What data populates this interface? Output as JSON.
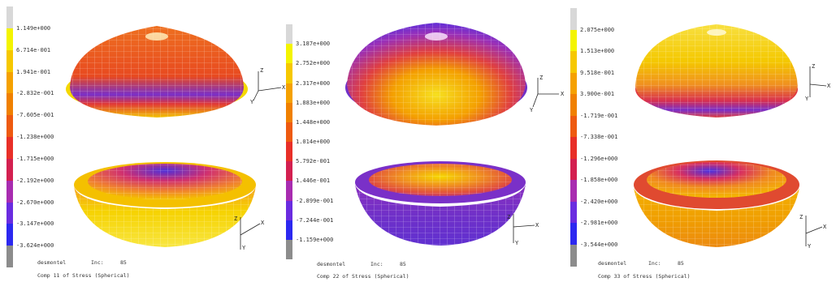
{
  "panels": [
    {
      "colorbar_ticks": [
        "1.149e+000",
        "6.714e-001",
        "1.941e-001",
        "-2.832e-001",
        "-7.605e-001",
        "-1.238e+000",
        "-1.715e+000",
        "-2.192e+000",
        "-2.670e+000",
        "-3.147e+000",
        "-3.624e+000"
      ],
      "job_name": "desmontel",
      "inc_label": "Inc:",
      "inc_value": "85",
      "footer": "Comp 11 of Stress (Spherical)",
      "axis_labels": {
        "z": "Z",
        "x": "X",
        "y": "Y"
      }
    },
    {
      "colorbar_ticks": [
        "3.187e+000",
        "2.752e+000",
        "2.317e+000",
        "1.883e+000",
        "1.448e+000",
        "1.014e+000",
        "5.792e-001",
        "1.446e-001",
        "-2.899e-001",
        "-7.244e-001",
        "-1.159e+000"
      ],
      "job_name": "desmontel",
      "inc_label": "Inc:",
      "inc_value": "85",
      "footer": "Comp 22 of Stress (Spherical)",
      "axis_labels": {
        "z": "Z",
        "x": "X",
        "y": "Y"
      }
    },
    {
      "colorbar_ticks": [
        "2.075e+000",
        "1.513e+000",
        "9.518e-001",
        "3.900e-001",
        "-1.719e-001",
        "-7.338e-001",
        "-1.296e+000",
        "-1.858e+000",
        "-2.420e+000",
        "-2.981e+000",
        "-3.544e+000"
      ],
      "job_name": "desmontel",
      "inc_label": "Inc:",
      "inc_value": "85",
      "footer": "Comp 33 of Stress (Spherical)",
      "axis_labels": {
        "z": "Z",
        "x": "X",
        "y": "Y"
      }
    }
  ],
  "colors": {
    "scale": [
      "#d8d8d8",
      "#f4f400",
      "#f6c800",
      "#f5a100",
      "#f08000",
      "#ee5a10",
      "#e82f28",
      "#d32050",
      "#a82cb0",
      "#6a2ce0",
      "#2c28f0",
      "#8c8c8c"
    ]
  }
}
